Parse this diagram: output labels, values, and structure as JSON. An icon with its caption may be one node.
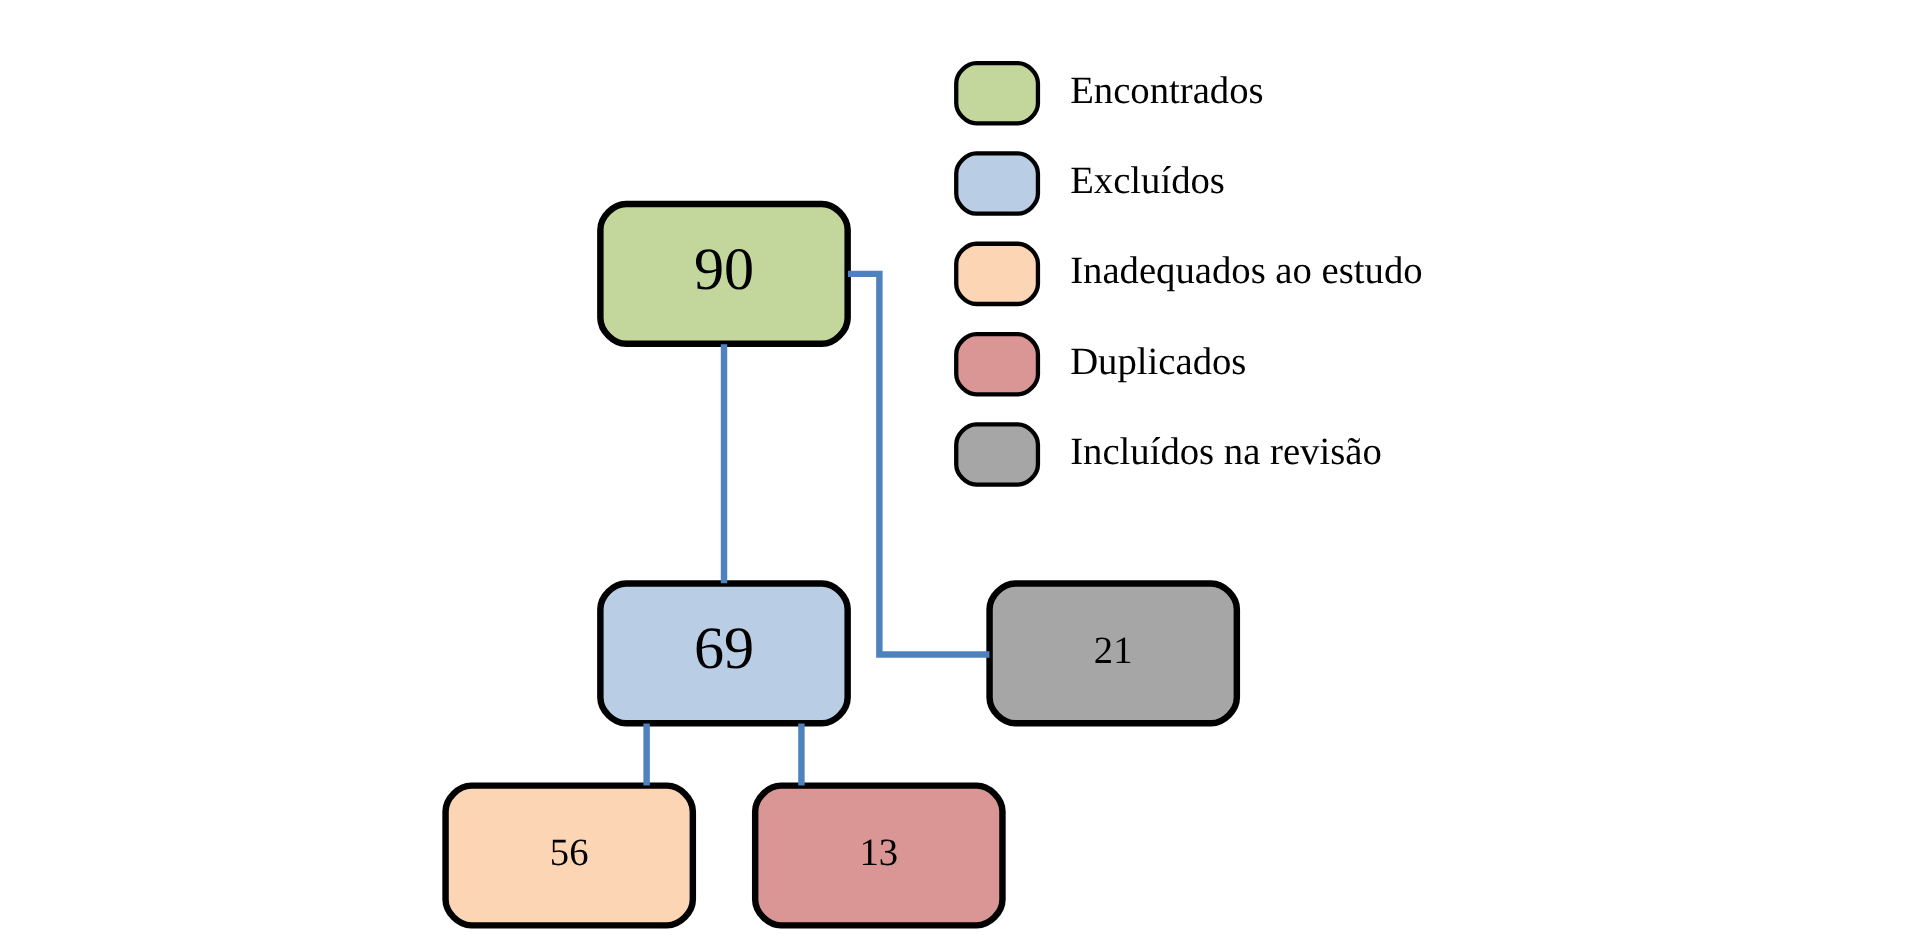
{
  "diagram": {
    "nodes": [
      {
        "text": [
          "90"
        ]
      },
      {
        "text": [
          "69"
        ]
      },
      {
        "text": [
          "21"
        ]
      },
      {
        "text": [
          "56"
        ]
      },
      {
        "text": [
          "13"
        ]
      }
    ],
    "edges": [
      {
        "from": 0,
        "to": 1,
        "arrow": "none"
      },
      {
        "from": 0,
        "to": 2,
        "arrow": "none"
      },
      {
        "from": 1,
        "to": 3,
        "arrow": "none"
      },
      {
        "from": 1,
        "to": 4,
        "arrow": "none"
      }
    ],
    "legend": [
      {
        "text": "Encontrados",
        "color": "#c3d69b"
      },
      {
        "text": "Excluídos",
        "color": "#b9cde5"
      },
      {
        "text": "Inadequados ao estudo",
        "color": "#fcd5b5"
      },
      {
        "text": "Duplicados",
        "color": "#d99694"
      },
      {
        "text": "Incluídos na revisão",
        "color": "#a6a6a6"
      }
    ]
  }
}
